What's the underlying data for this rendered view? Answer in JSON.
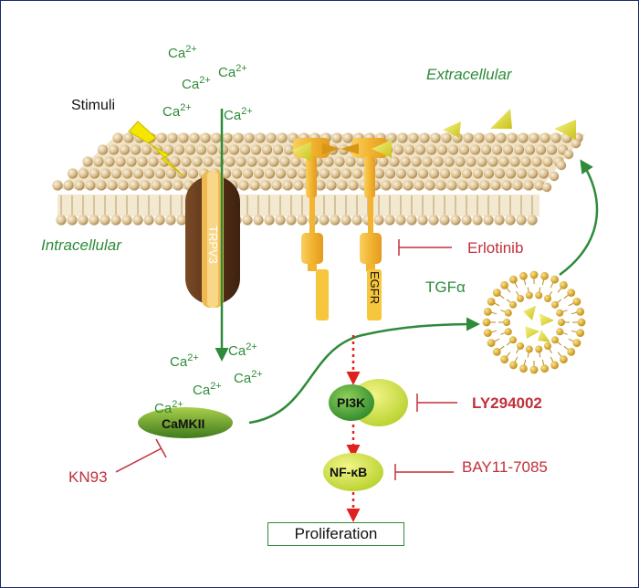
{
  "labels": {
    "stimuli": "Stimuli",
    "extracellular": "Extracellular",
    "intracellular": "Intracellular",
    "trpv3": "TRPV3",
    "egfr": "EGFR",
    "tgfa": "TGFα",
    "camkii": "CaMKII",
    "pi3k": "PI3K",
    "nfkb": "NF-κB",
    "proliferation": "Proliferation",
    "ion": "Ca",
    "ion_charge": "2+"
  },
  "inhibitors": {
    "erlotinib": "Erlotinib",
    "ly294002": "LY294002",
    "bay": "BAY11-7085",
    "kn93": "KN93"
  },
  "colors": {
    "green": "#2e8b3a",
    "red": "#c0313a",
    "membrane": "#d8c29a",
    "channel": "#5a3318",
    "receptor": "#f2b431",
    "vesicle": "#d4a21a",
    "border": "#1b2a6b"
  }
}
